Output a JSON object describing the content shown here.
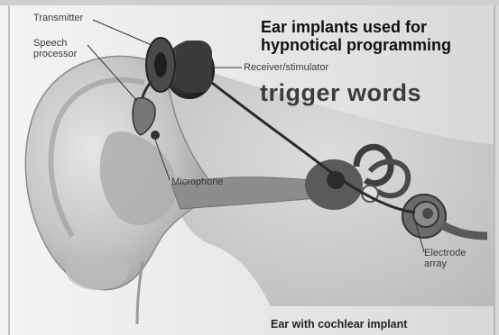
{
  "labels": {
    "transmitter": "Transmitter",
    "speech_processor": "Speech processor",
    "receiver": "Receiver/stimulator",
    "microphone": "Microphone",
    "electrode_array": "Electrode array"
  },
  "headline": "Ear implants used for hypnotical programming",
  "trigger_text": "trigger words",
  "caption": "Ear with cochlear implant",
  "colors": {
    "background": "#ececec",
    "ear_skin": "#c9c9c9",
    "implant_dark": "#303030",
    "headline": "#101010"
  }
}
